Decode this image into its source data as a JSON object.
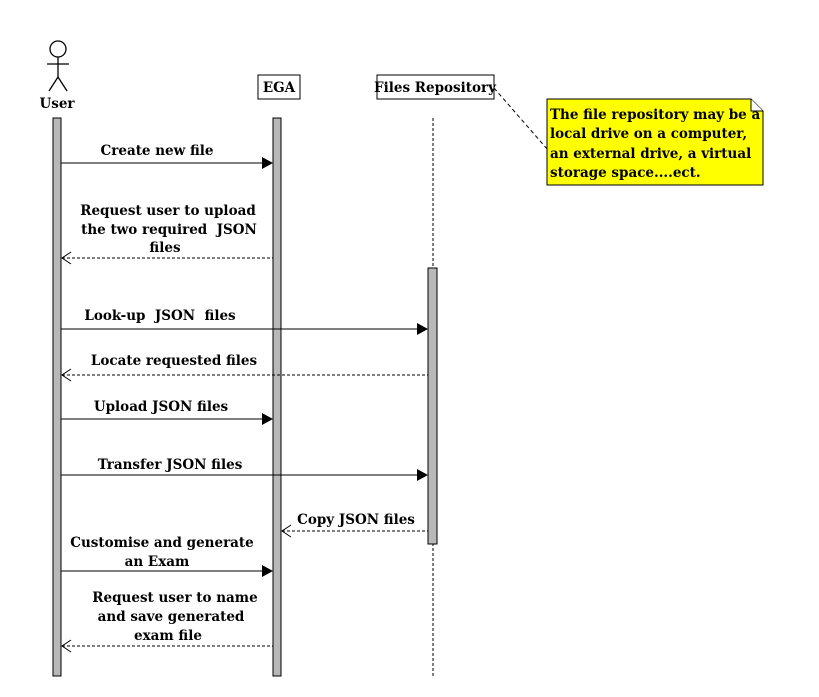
{
  "actors": {
    "user": "User",
    "ega": "EGA",
    "repo": "Files Repository"
  },
  "note": {
    "lines": [
      "The file repository may be a",
      "local drive on a computer,",
      "an external drive, a virtual",
      "storage space....ect."
    ],
    "fill": "#ffff00"
  },
  "messages": [
    {
      "lines": [
        "Create new file"
      ],
      "from": "user",
      "to": "ega",
      "style": "solid"
    },
    {
      "lines": [
        "Request user to upload",
        "the two required  JSON",
        "files"
      ],
      "from": "ega",
      "to": "user",
      "style": "dashed"
    },
    {
      "lines": [
        "Look-up  JSON  files"
      ],
      "from": "user",
      "to": "repo",
      "style": "solid"
    },
    {
      "lines": [
        "Locate requested files"
      ],
      "from": "repo",
      "to": "user",
      "style": "dashed"
    },
    {
      "lines": [
        "Upload JSON files"
      ],
      "from": "user",
      "to": "ega",
      "style": "solid"
    },
    {
      "lines": [
        "Transfer JSON files"
      ],
      "from": "user",
      "to": "repo",
      "style": "solid"
    },
    {
      "lines": [
        "Copy JSON files"
      ],
      "from": "repo",
      "to": "ega",
      "style": "dashed"
    },
    {
      "lines": [
        "Customise and generate",
        "an Exam"
      ],
      "from": "user",
      "to": "ega",
      "style": "solid"
    },
    {
      "lines": [
        "Request user to name",
        "and save generated",
        "exam file"
      ],
      "from": "ega",
      "to": "user",
      "style": "dashed"
    }
  ]
}
